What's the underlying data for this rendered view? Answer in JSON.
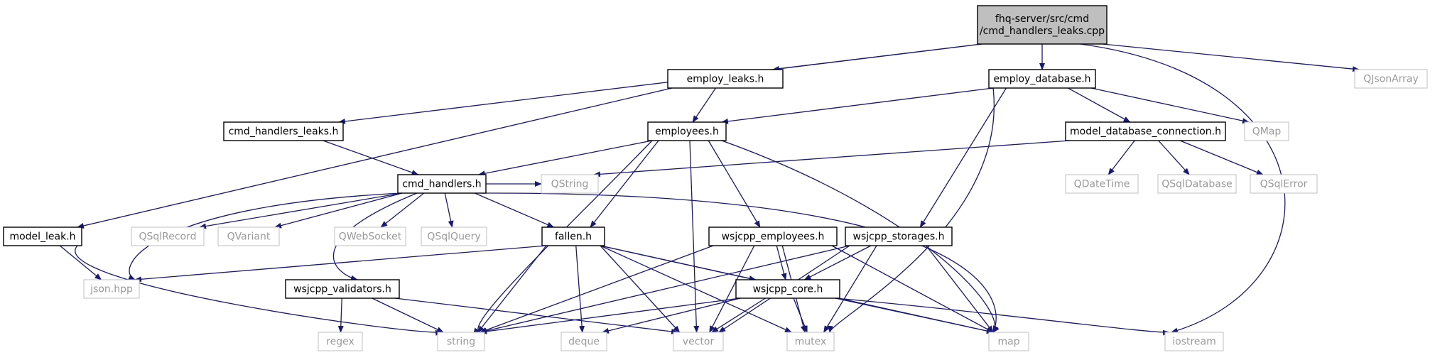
{
  "diagram": {
    "nodes": [
      {
        "id": "root",
        "lines": [
          "fhq-server/src/cmd",
          "/cmd_handlers_leaks.cpp"
        ],
        "style": "root"
      },
      {
        "id": "employ_leaks",
        "lines": [
          "employ_leaks.h"
        ],
        "style": "normal"
      },
      {
        "id": "employ_database",
        "lines": [
          "employ_database.h"
        ],
        "style": "normal"
      },
      {
        "id": "QJsonArray",
        "lines": [
          "QJsonArray"
        ],
        "style": "external"
      },
      {
        "id": "cmd_handlers_leaks",
        "lines": [
          "cmd_handlers_leaks.h"
        ],
        "style": "normal"
      },
      {
        "id": "employees",
        "lines": [
          "employees.h"
        ],
        "style": "normal"
      },
      {
        "id": "model_database_connection",
        "lines": [
          "model_database_connection.h"
        ],
        "style": "normal"
      },
      {
        "id": "QMap",
        "lines": [
          "QMap"
        ],
        "style": "external"
      },
      {
        "id": "cmd_handlers",
        "lines": [
          "cmd_handlers.h"
        ],
        "style": "normal"
      },
      {
        "id": "QDateTime",
        "lines": [
          "QDateTime"
        ],
        "style": "external"
      },
      {
        "id": "QSqlDatabase",
        "lines": [
          "QSqlDatabase"
        ],
        "style": "external"
      },
      {
        "id": "QSqlError",
        "lines": [
          "QSqlError"
        ],
        "style": "external"
      },
      {
        "id": "model_leak",
        "lines": [
          "model_leak.h"
        ],
        "style": "normal"
      },
      {
        "id": "QSqlRecord",
        "lines": [
          "QSqlRecord"
        ],
        "style": "external"
      },
      {
        "id": "QVariant",
        "lines": [
          "QVariant"
        ],
        "style": "external"
      },
      {
        "id": "QWebSocket",
        "lines": [
          "QWebSocket"
        ],
        "style": "external"
      },
      {
        "id": "QSqlQuery",
        "lines": [
          "QSqlQuery"
        ],
        "style": "external"
      },
      {
        "id": "QString",
        "lines": [
          "QString"
        ],
        "style": "external"
      },
      {
        "id": "fallen",
        "lines": [
          "fallen.h"
        ],
        "style": "normal"
      },
      {
        "id": "wsjcpp_employees",
        "lines": [
          "wsjcpp_employees.h"
        ],
        "style": "normal"
      },
      {
        "id": "wsjcpp_storages",
        "lines": [
          "wsjcpp_storages.h"
        ],
        "style": "normal"
      },
      {
        "id": "json",
        "lines": [
          "json.hpp"
        ],
        "style": "external"
      },
      {
        "id": "wsjcpp_validators",
        "lines": [
          "wsjcpp_validators.h"
        ],
        "style": "normal"
      },
      {
        "id": "wsjcpp_core",
        "lines": [
          "wsjcpp_core.h"
        ],
        "style": "normal"
      },
      {
        "id": "regex",
        "lines": [
          "regex"
        ],
        "style": "external"
      },
      {
        "id": "string",
        "lines": [
          "string"
        ],
        "style": "external"
      },
      {
        "id": "deque",
        "lines": [
          "deque"
        ],
        "style": "external"
      },
      {
        "id": "vector",
        "lines": [
          "vector"
        ],
        "style": "external"
      },
      {
        "id": "mutex",
        "lines": [
          "mutex"
        ],
        "style": "external"
      },
      {
        "id": "map",
        "lines": [
          "map"
        ],
        "style": "external"
      },
      {
        "id": "iostream",
        "lines": [
          "iostream"
        ],
        "style": "external"
      }
    ],
    "edges": [
      {
        "from": "root",
        "to": "employ_leaks"
      },
      {
        "from": "root",
        "to": "employ_database"
      },
      {
        "from": "root",
        "to": "QJsonArray"
      },
      {
        "from": "root",
        "to": "cmd_handlers_leaks"
      },
      {
        "from": "root",
        "to": "iostream"
      },
      {
        "from": "employ_leaks",
        "to": "employees"
      },
      {
        "from": "employ_leaks",
        "to": "model_leak"
      },
      {
        "from": "employ_database",
        "to": "employees"
      },
      {
        "from": "employ_database",
        "to": "model_database_connection"
      },
      {
        "from": "employ_database",
        "to": "QMap"
      },
      {
        "from": "employ_database",
        "to": "wsjcpp_storages"
      },
      {
        "from": "employ_database",
        "to": "mutex"
      },
      {
        "from": "cmd_handlers_leaks",
        "to": "cmd_handlers"
      },
      {
        "from": "employees",
        "to": "cmd_handlers"
      },
      {
        "from": "employees",
        "to": "fallen"
      },
      {
        "from": "employees",
        "to": "wsjcpp_employees"
      },
      {
        "from": "employees",
        "to": "string"
      },
      {
        "from": "employees",
        "to": "vector"
      },
      {
        "from": "employees",
        "to": "map"
      },
      {
        "from": "model_database_connection",
        "to": "QDateTime"
      },
      {
        "from": "model_database_connection",
        "to": "QSqlDatabase"
      },
      {
        "from": "model_database_connection",
        "to": "QSqlError"
      },
      {
        "from": "model_database_connection",
        "to": "QString"
      },
      {
        "from": "cmd_handlers",
        "to": "json"
      },
      {
        "from": "cmd_handlers",
        "to": "QSqlRecord"
      },
      {
        "from": "cmd_handlers",
        "to": "QVariant"
      },
      {
        "from": "cmd_handlers",
        "to": "QWebSocket"
      },
      {
        "from": "cmd_handlers",
        "to": "QSqlQuery"
      },
      {
        "from": "cmd_handlers",
        "to": "QString"
      },
      {
        "from": "cmd_handlers",
        "to": "fallen"
      },
      {
        "from": "cmd_handlers",
        "to": "wsjcpp_validators"
      },
      {
        "from": "cmd_handlers",
        "to": "map"
      },
      {
        "from": "model_leak",
        "to": "json"
      },
      {
        "from": "model_leak",
        "to": "string"
      },
      {
        "from": "fallen",
        "to": "json"
      },
      {
        "from": "fallen",
        "to": "string"
      },
      {
        "from": "fallen",
        "to": "deque"
      },
      {
        "from": "fallen",
        "to": "vector"
      },
      {
        "from": "fallen",
        "to": "mutex"
      },
      {
        "from": "fallen",
        "to": "map"
      },
      {
        "from": "fallen",
        "to": "wsjcpp_core"
      },
      {
        "from": "wsjcpp_employees",
        "to": "wsjcpp_core"
      },
      {
        "from": "wsjcpp_employees",
        "to": "string"
      },
      {
        "from": "wsjcpp_employees",
        "to": "vector"
      },
      {
        "from": "wsjcpp_employees",
        "to": "mutex"
      },
      {
        "from": "wsjcpp_employees",
        "to": "map"
      },
      {
        "from": "wsjcpp_storages",
        "to": "wsjcpp_core"
      },
      {
        "from": "wsjcpp_storages",
        "to": "string"
      },
      {
        "from": "wsjcpp_storages",
        "to": "vector"
      },
      {
        "from": "wsjcpp_storages",
        "to": "mutex"
      },
      {
        "from": "wsjcpp_storages",
        "to": "map"
      },
      {
        "from": "wsjcpp_validators",
        "to": "regex"
      },
      {
        "from": "wsjcpp_validators",
        "to": "string"
      },
      {
        "from": "wsjcpp_validators",
        "to": "vector"
      },
      {
        "from": "wsjcpp_core",
        "to": "string"
      },
      {
        "from": "wsjcpp_core",
        "to": "deque"
      },
      {
        "from": "wsjcpp_core",
        "to": "vector"
      },
      {
        "from": "wsjcpp_core",
        "to": "mutex"
      },
      {
        "from": "wsjcpp_core",
        "to": "map"
      },
      {
        "from": "wsjcpp_core",
        "to": "iostream"
      }
    ]
  },
  "colors": {
    "edge": "#191970",
    "node_border": "#000000",
    "external_border": "#bfbfbf",
    "external_text": "#999999",
    "root_fill": "#bfbfbf",
    "text": "#000000"
  }
}
